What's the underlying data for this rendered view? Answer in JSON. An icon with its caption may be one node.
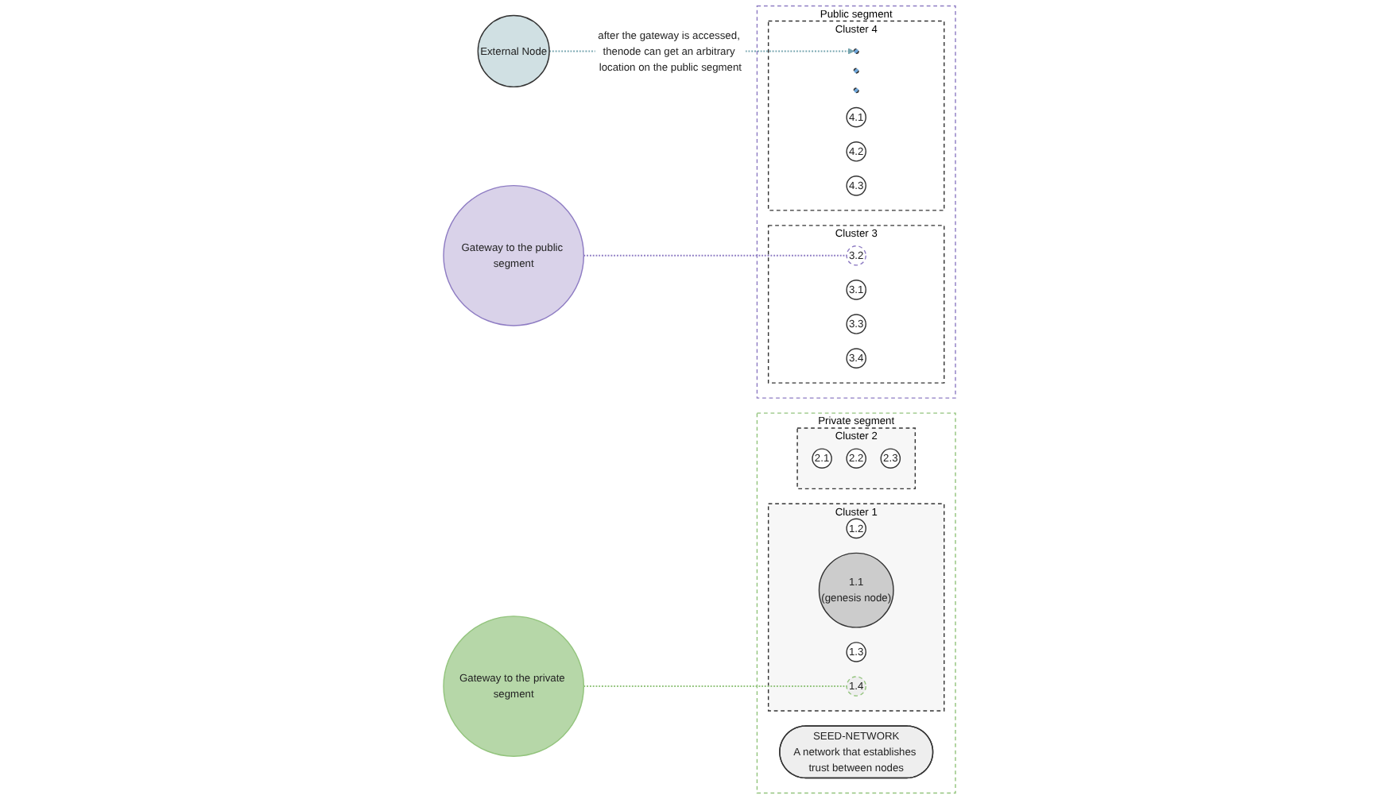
{
  "diagram": {
    "nodes": [
      {
        "text": [
          "Private segment"
        ]
      },
      {
        "text": [
          "SEED-NETWORK",
          "A network that establishes trust between nodes"
        ],
        "in": 0
      },
      {
        "text": [
          "Cluster 1"
        ],
        "in": 0
      },
      {
        "text": [
          "1.2"
        ],
        "in": 2
      },
      {
        "text": [
          "1.1",
          "(genesis node)"
        ],
        "in": 2
      },
      {
        "text": [
          "1.3"
        ],
        "in": 2
      },
      {
        "text": [
          "1.4"
        ],
        "in": 2
      },
      {
        "text": [
          "Cluster 2"
        ],
        "in": 0
      },
      {
        "text": [
          "2.1"
        ],
        "in": 7
      },
      {
        "text": [
          "2.2"
        ],
        "in": 7
      },
      {
        "text": [
          "2.3"
        ],
        "in": 7
      },
      {
        "text": [
          "Gateway to the private segment"
        ]
      },
      {
        "text": [
          "External Node"
        ]
      },
      {
        "text": [
          "Public segment"
        ]
      },
      {
        "text": [
          "Gateway to the public segment"
        ]
      },
      {
        "text": [
          "Cluster 3"
        ],
        "in": 13
      },
      {
        "text": [
          "3.2"
        ],
        "in": 15
      },
      {
        "text": [
          "3.1"
        ],
        "in": 15
      },
      {
        "text": [
          "3.3"
        ],
        "in": 15
      },
      {
        "text": [
          "3.4"
        ],
        "in": 15
      },
      {
        "text": [
          "Cluster 4"
        ],
        "in": 13
      },
      {
        "text": [],
        "shape": "circle",
        "in": 20
      },
      {
        "text": [],
        "shape": "circle",
        "in": 20
      },
      {
        "text": [],
        "shape": "circle",
        "in": 20
      },
      {
        "text": [
          "4.1"
        ],
        "in": 20
      },
      {
        "text": [
          "4.2"
        ],
        "in": 20
      },
      {
        "text": [
          "4.3"
        ],
        "in": 20
      }
    ],
    "edges": [
      {
        "from": 11,
        "to": 6,
        "arrow": "none",
        "style": "dashed",
        "color": "#93c47d"
      },
      {
        "from": 14,
        "to": 16,
        "arrow": "none",
        "style": "dashed",
        "color": "#8e7cc3"
      },
      {
        "from": 12,
        "to": 21,
        "arrow": "to",
        "style": "dashed",
        "color": "#76a5af",
        "label": "after the gateway is accessed, thenode can get an arbitrary location on the public segment"
      }
    ]
  }
}
